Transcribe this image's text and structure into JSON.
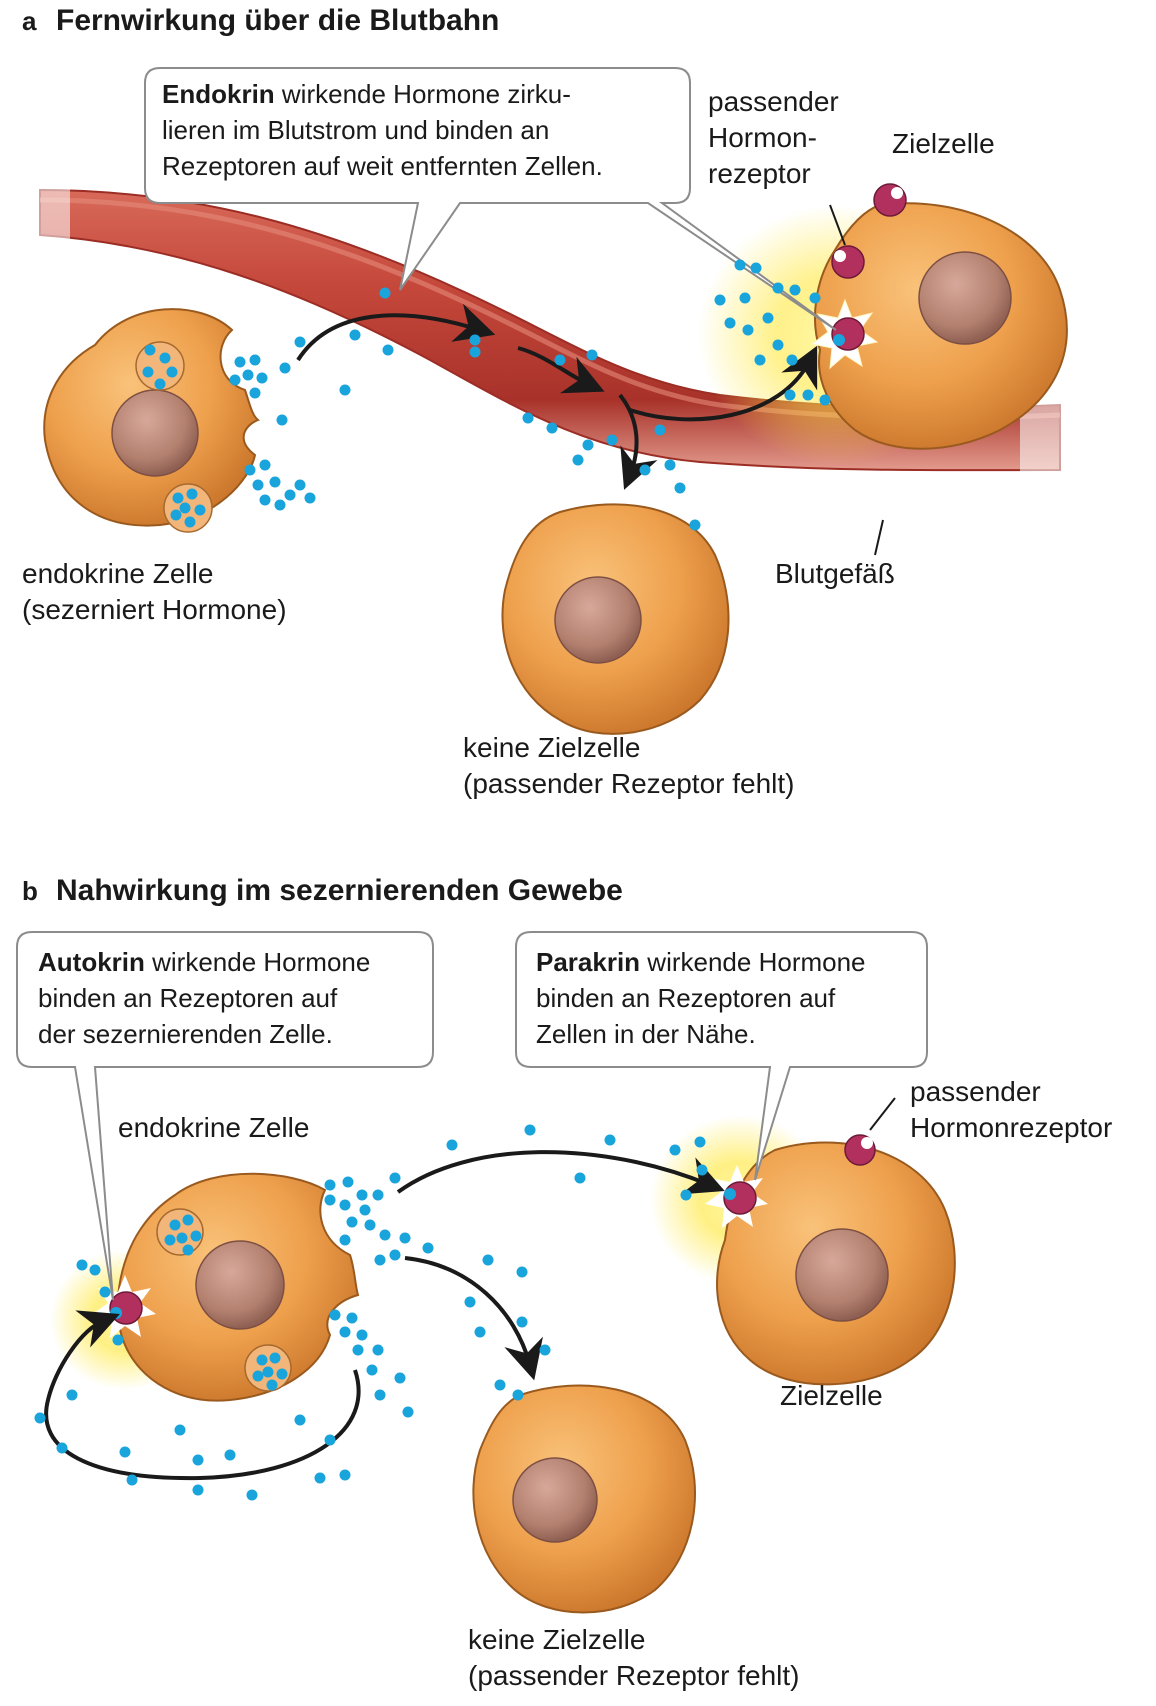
{
  "section_a": {
    "letter": "a",
    "title": "Fernwirkung über die Blutbahn",
    "bubble": {
      "bold": "Endokrin",
      "line1_rest": " wirkende Hormone zirku-",
      "line2": "lieren im Blutstrom und binden an",
      "line3": "Rezeptoren auf weit entfernten Zellen."
    },
    "receptor_label": [
      "passender",
      "Hormon-",
      "rezeptor"
    ],
    "target_cell_label": "Zielzelle",
    "endocrine_cell_label": [
      "endokrine Zelle",
      "(sezerniert Hormone)"
    ],
    "vessel_label": "Blutgefäß",
    "non_target_label": [
      "keine Zielzelle",
      "(passender Rezeptor fehlt)"
    ]
  },
  "section_b": {
    "letter": "b",
    "title": "Nahwirkung im sezernierenden Gewebe",
    "bubble_autocrine": {
      "bold": "Autokrin",
      "line1_rest": " wirkende Hormone",
      "line2": "binden an Rezeptoren auf",
      "line3": "der sezernierenden Zelle."
    },
    "bubble_paracrine": {
      "bold": "Parakrin",
      "line1_rest": " wirkende Hormone",
      "line2": "binden an Rezeptoren auf",
      "line3": "Zellen in der Nähe."
    },
    "endocrine_cell_label": "endokrine Zelle",
    "receptor_label": [
      "passender",
      "Hormonrezeptor"
    ],
    "target_cell_label": "Zielzelle",
    "non_target_label": [
      "keine Zielzelle",
      "(passender Rezeptor fehlt)"
    ]
  },
  "colors": {
    "cell": "#f0a04a",
    "nucleus": "#b98576",
    "vessel": "#c4473a",
    "hormone": "#1aa4dc",
    "receptor": "#b2305e",
    "glow": "#ffe94a"
  }
}
